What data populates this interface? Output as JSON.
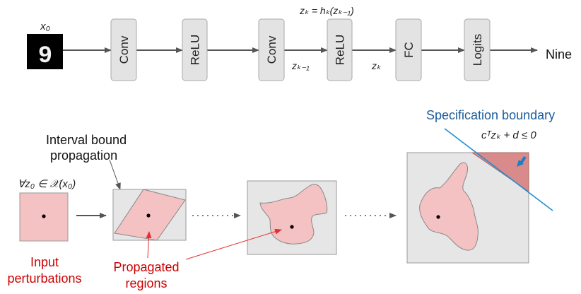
{
  "network": {
    "input_symbol": "x₀",
    "input_glyph": "9",
    "layers": [
      "Conv",
      "ReLU",
      "Conv",
      "ReLU",
      "FC",
      "Logits"
    ],
    "output_label": "Nine",
    "edge_label_zk_minus_1": "zₖ₋₁",
    "edge_label_zk": "zₖ",
    "equation": "zₖ = hₖ(zₖ₋₁)"
  },
  "ibp": {
    "title_line1": "Interval bound",
    "title_line2": "propagation",
    "input_set": "∀z₀ ∈ 𝒳(x₀)",
    "input_caption_line1": "Input",
    "input_caption_line2": "perturbations",
    "propagated_line1": "Propagated",
    "propagated_line2": "regions",
    "spec_title": "Specification boundary",
    "spec_formula": "cᵀzₖ + d ≤ 0"
  },
  "colors": {
    "red_text": "#cc0000",
    "blue_text": "#1a5c9a",
    "region_fill": "#f4c2c2",
    "box_fill": "#e6e6e6",
    "spec_line": "#1f8fd1",
    "violation_fill": "#d98a8a",
    "arrow_blue": "#1a7fc4"
  }
}
